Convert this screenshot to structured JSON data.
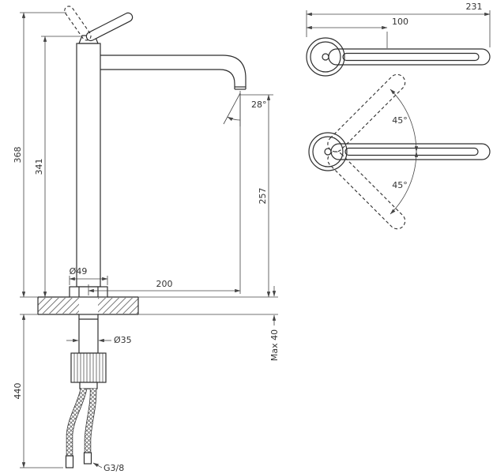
{
  "front_view": {
    "total_height": "368",
    "upper_height": "341",
    "outlet_height": "257",
    "spout_reach": "200",
    "base_diameter": "Ø49",
    "shank_diameter": "Ø35",
    "deck_thickness": "Max 40",
    "hose_length": "440",
    "stream_angle": "28°",
    "thread": "G3/8"
  },
  "top_view": {
    "total_length": "231",
    "lever_length": "100",
    "swivel_up": "45°",
    "swivel_down": "45°"
  },
  "colors": {
    "line": "#2e2e2e",
    "dimension": "#444444",
    "background": "#ffffff"
  }
}
